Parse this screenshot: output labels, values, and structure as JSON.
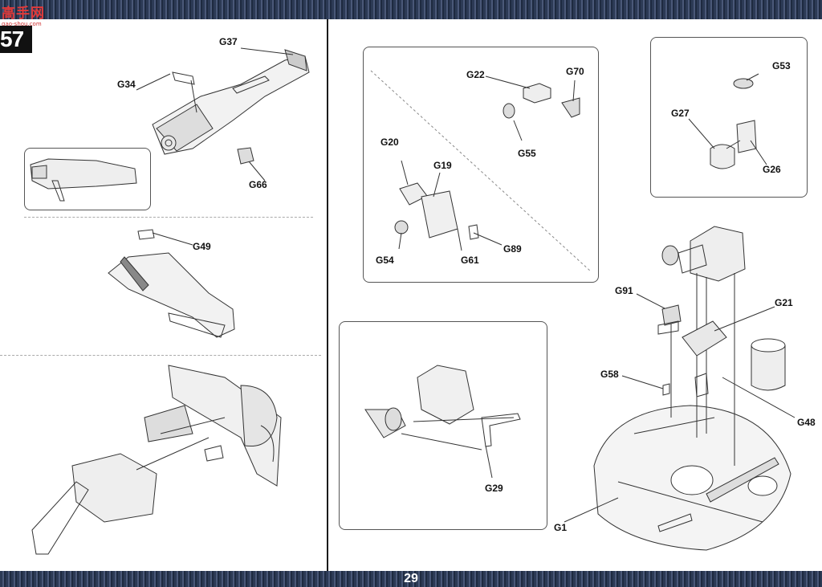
{
  "watermark": {
    "logo_text": "高手网",
    "url": "gao-shou.com"
  },
  "step_number": "57",
  "page_number": "29",
  "parts": {
    "g37": "G37",
    "g34": "G34",
    "g66": "G66",
    "g49": "G49",
    "g22": "G22",
    "g70": "G70",
    "g55": "G55",
    "g20": "G20",
    "g19": "G19",
    "g54": "G54",
    "g61": "G61",
    "g89": "G89",
    "g29": "G29",
    "g53": "G53",
    "g27": "G27",
    "g26": "G26",
    "g91": "G91",
    "g21": "G21",
    "g58": "G58",
    "g48": "G48",
    "g1": "G1"
  },
  "icons": {
    "logo": "robot-mascot-icon",
    "drawings": [
      "engine-assembly-drawing",
      "turret-floor-drawing",
      "hatch-detail-drawing"
    ]
  },
  "colors": {
    "border_stripe": "#2c3a55",
    "step_badge": "#111111",
    "logo_red": "#e23a3a"
  }
}
